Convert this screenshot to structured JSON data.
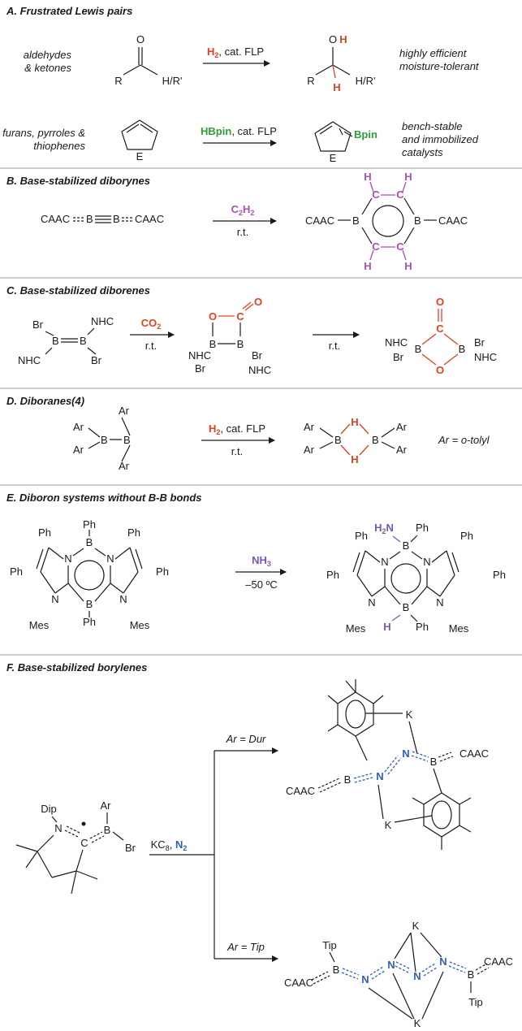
{
  "sections": {
    "A": {
      "title": "A. Frustrated Lewis pairs",
      "r1_left": [
        "aldehydes",
        "& ketones"
      ],
      "r1_R": "R",
      "r1_HR": "H/R'",
      "r1_O": "O",
      "r1_reagent_h": "H",
      "r1_reagent_rest": ", cat. FLP",
      "r1_product_O": "O",
      "r1_product_H": "H",
      "r1_product_R": "R",
      "r1_product_HR": "H/R'",
      "r1_product_Hred": "H",
      "r1_right": [
        "highly efficient",
        "moisture-tolerant"
      ],
      "r2_left": [
        "furans, pyrroles &",
        "thiophenes"
      ],
      "r2_E": "E",
      "r2_reagent": "HBpin",
      "r2_reagent_rest": ", cat. FLP",
      "r2_product_E": "E",
      "r2_product_Bpin": "Bpin",
      "r2_right": [
        "bench-stable",
        "and immobilized",
        "catalysts"
      ]
    },
    "B": {
      "title": "B. Base-stabilized diborynes",
      "reactant": "CAAC",
      "B": "B",
      "reagent_C": "C",
      "reagent_H": "H",
      "conditions": "r.t.",
      "C": "C",
      "H": "H",
      "product_CAAC": "CAAC"
    },
    "C": {
      "title": "C. Base-stabilized diborenes",
      "Br": "Br",
      "NHC": "NHC",
      "B": "B",
      "reagent": "CO",
      "conditions": "r.t.",
      "O": "O",
      "C": "C",
      "conditions2": "r.t."
    },
    "D": {
      "title": "D. Diboranes(4)",
      "Ar": "Ar",
      "B": "B",
      "reagent_h": "H",
      "reagent_rest": ", cat. FLP",
      "conditions": "r.t.",
      "H": "H",
      "note": "Ar = o-tolyl"
    },
    "E": {
      "title": "E. Diboron systems without B-B bonds",
      "Ph": "Ph",
      "N": "N",
      "B": "B",
      "Mes": "Mes",
      "reagent_N": "NH",
      "conditions": "–50 ºC",
      "H2N": "H",
      "H2N_N": "N",
      "H": "H"
    },
    "F": {
      "title": "F. Base-stabilized borylenes",
      "Dip": "Dip",
      "N": "N",
      "C": "C",
      "Ar": "Ar",
      "B": "B",
      "Br": "Br",
      "reagent_KC": "KC",
      "reagent_N": "N",
      "upper_label": "Ar = Dur",
      "lower_label": "Ar = Tip",
      "K": "K",
      "CAAC": "CAAC",
      "Tip": "Tip"
    }
  },
  "sub": {
    "two": "2",
    "eight": "8"
  },
  "colors": {
    "red": "#e0401f",
    "green": "#2f9c38",
    "pink": "#b14bb8",
    "violet": "#7a55b8",
    "blue": "#2d5fbf"
  }
}
